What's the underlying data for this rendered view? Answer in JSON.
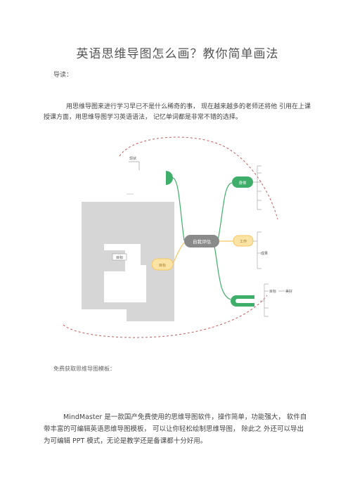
{
  "document": {
    "title": "英语思维导图怎么画？教你简单画法",
    "lead_label": "导读：",
    "paragraph1": "用思维导图来进行学习早已不是什么稀奇的事， 现在越来越多的老师还将他 引用在上课授课方面，用思维导图学习英语语法， 记忆单词都是非常不错的选择。",
    "free_template_label": "免费获取思维导图模板：",
    "paragraph2": "MindMaster 是一款国产免费使用的思维导图软件，操作简单，功能强大， 软件自带丰富的可编辑英语思维导图模板， 可以让你轻松绘制思维导图， 除此之 外还可以导出为可编辑 PPT 模式，无论是教学还是备课都十分好用。"
  },
  "mindmap": {
    "central_topic": "自我评估",
    "top_label": "现状",
    "green_topic": "身体",
    "orange_topic_right": "工作",
    "orange_topic_left": "目标",
    "right_small_1": "成果",
    "bottom_small": "目标",
    "bottom_small_2": "美好",
    "left_small": "目标",
    "colors": {
      "green": "#3fae6b",
      "orange": "#f7c660",
      "central": "#8a8a8a",
      "gray_block": "#d6d6d6",
      "dashed": "#c75a5a"
    }
  }
}
